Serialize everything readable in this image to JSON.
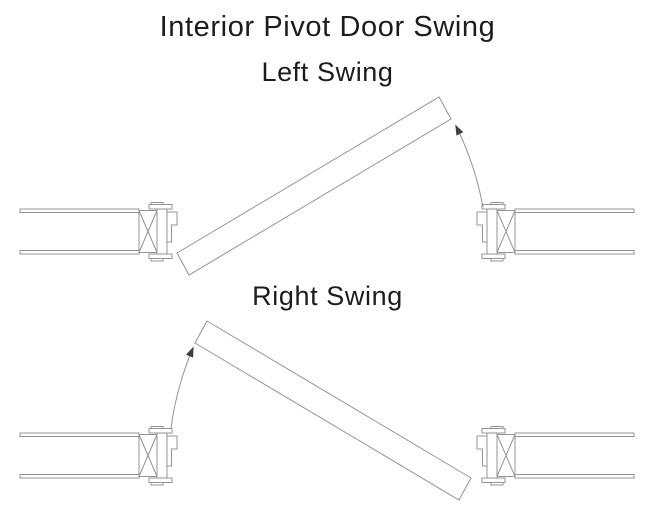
{
  "page": {
    "title": "Interior Pivot Door Swing"
  },
  "diagrams": [
    {
      "label": "Left Swing",
      "pivot_side": "left jamb",
      "arc_side": "right",
      "arrow_points": "up-left toward open door edge"
    },
    {
      "label": "Right Swing",
      "pivot_side": "right jamb",
      "arc_side": "left",
      "arrow_points": "up-right toward open door edge"
    }
  ],
  "colors": {
    "line": "#949494",
    "arrowhead": "#3f3f3f",
    "text": "#1c1c1c",
    "background": "#ffffff"
  }
}
